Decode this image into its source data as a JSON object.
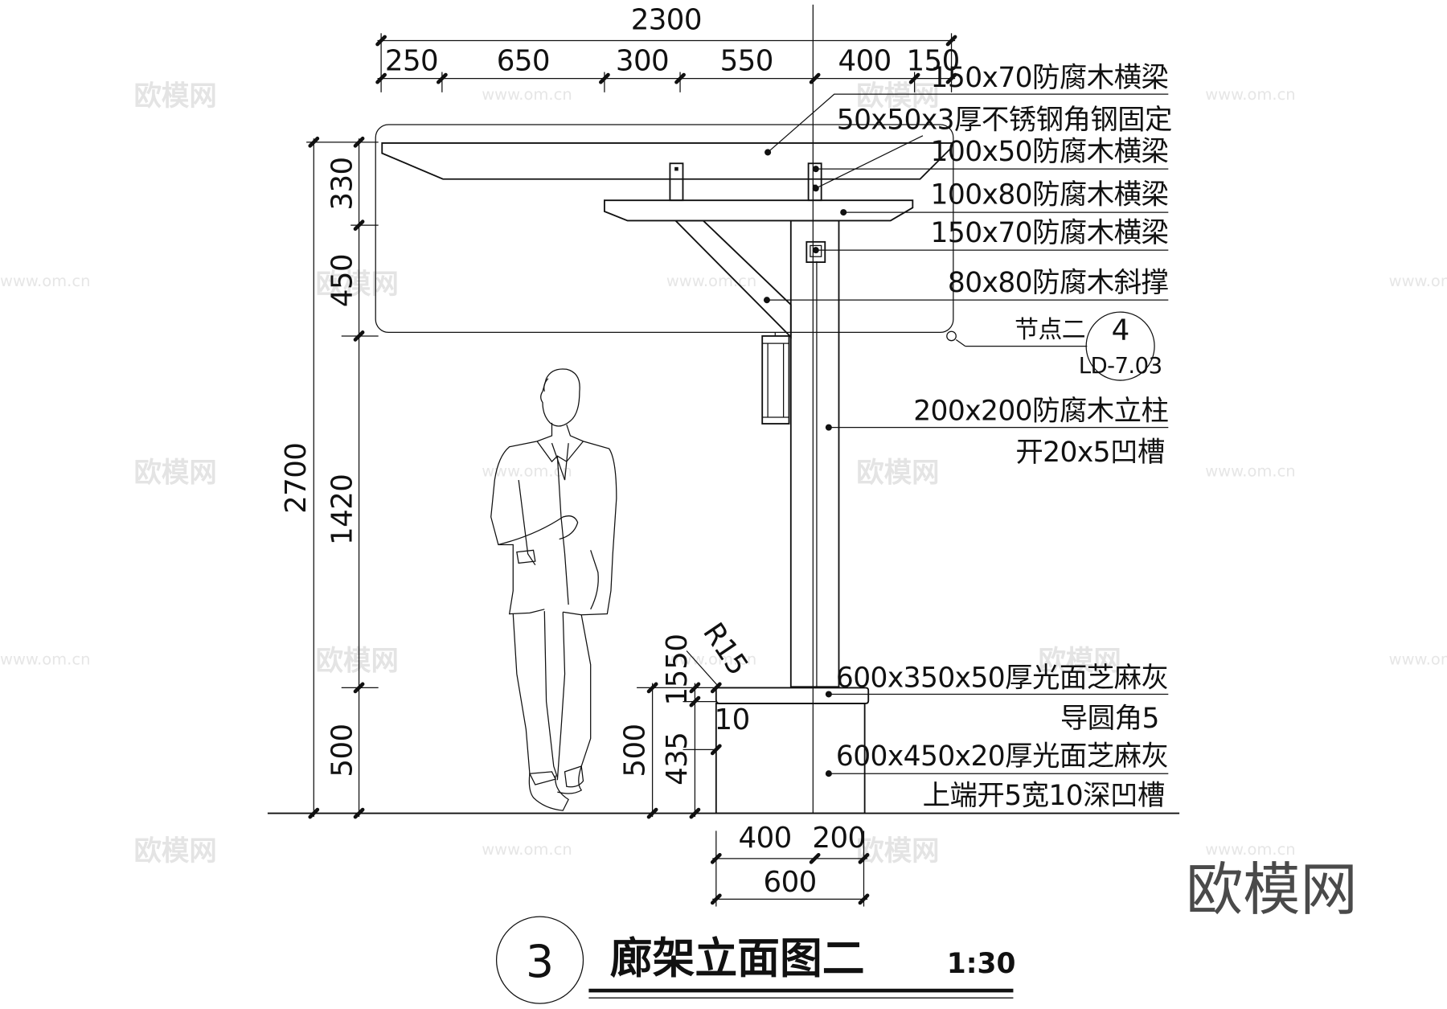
{
  "drawing": {
    "title": "廊架立面图二",
    "number": "3",
    "scale": "1:30",
    "corner_watermark": "欧模网",
    "watermark_text": "欧模网",
    "watermark_url": "www.om.cn"
  },
  "dimensions": {
    "top_total": "2300",
    "top_segments": [
      "250",
      "650",
      "300",
      "550",
      "400",
      "150"
    ],
    "left_total": "2700",
    "left_segments": [
      "330",
      "450",
      "1420",
      "500"
    ],
    "base_left": [
      "500",
      "435"
    ],
    "base_small_a": "15",
    "base_small_b": "50",
    "base_small_c": "10",
    "radius": "R15",
    "bottom_segments": [
      "400",
      "200"
    ],
    "bottom_total": "600"
  },
  "labels": [
    "150x70防腐木横梁",
    "50x50x3厚不锈钢角钢固定",
    "100x50防腐木横梁",
    "100x80防腐木横梁",
    "150x70防腐木横梁",
    "80x80防腐木斜撑",
    "200x200防腐木立柱",
    "开20x5凹槽",
    "600x350x50厚光面芝麻灰",
    "导圆角5",
    "600x450x20厚光面芝麻灰",
    "上端开5宽10深凹槽"
  ],
  "detail_ref": {
    "prefix": "节点二",
    "number": "4",
    "sheet": "LD-7.03"
  }
}
